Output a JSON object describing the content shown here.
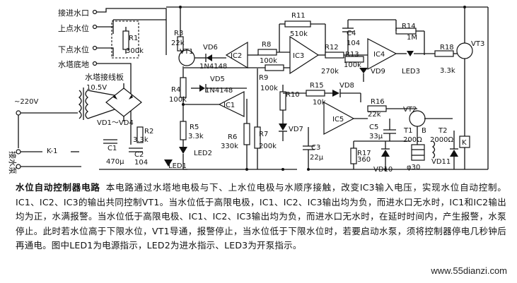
{
  "inputs": {
    "tank_outlet": "接进水口",
    "upper_level": "上点水位",
    "lower_level": "下点水位",
    "tank_bottom": "水塔底地",
    "terminal_board": "水塔接线板"
  },
  "supply": {
    "mains": "~220V",
    "transformer_out": "10.5V",
    "bridge": "VD1～VD4",
    "pump_label": "接水泵",
    "relay_contact": "K-1"
  },
  "components": {
    "R1": "R1",
    "R1_val": "300k",
    "R2": "R2",
    "R2_val": "3.3k",
    "R3": "R3",
    "R3_val": "22k",
    "R4": "R4",
    "R4_val": "100k",
    "R5": "R5",
    "R5_val": "3.3k",
    "R6": "R6",
    "R6_val": "330k",
    "R7": "R7",
    "R7_val": "200k",
    "R8": "R8",
    "R8_val": "100k",
    "R9": "R9",
    "R9_val": "100k",
    "R10": "R10",
    "R11": "R11",
    "R11_val": "510k",
    "R12": "R12",
    "R12_val": "270k",
    "R13": "R13",
    "R13_val": "100k",
    "R14": "R14",
    "R14_val": "1M",
    "R15": "R15",
    "R15_val": "10k",
    "R16": "R16",
    "R16_val": "22k",
    "R17": "R17",
    "R17_val": "360",
    "R18": "R18",
    "R18_val": "3.3k",
    "C1": "C1",
    "C1_val": "470μ",
    "C2": "C2",
    "C2_val": "104",
    "C3": "C3",
    "C3_val": "22μ",
    "C4": "C4",
    "C4_val": "104",
    "C5": "C5",
    "C5_val": "33μ",
    "VT1": "VT1",
    "VT2": "VT2",
    "VT3": "VT3",
    "VD5": "VD5",
    "VD5_val": "1N4148",
    "VD6": "VD6",
    "VD6_val": "1N4148",
    "VD7": "VD7",
    "VD8": "VD8",
    "VD9": "VD9",
    "VD10": "VD10",
    "VD11": "VD11",
    "IC1": "IC1",
    "IC2": "IC2",
    "IC3": "IC3",
    "IC4": "IC4",
    "IC5": "IC5",
    "LED1": "LED1",
    "LED2": "LED2",
    "LED3": "LED3",
    "T1": "T1",
    "T1_val": "200Ω",
    "T2": "T2",
    "T2_val": "2000Ω",
    "B": "B",
    "buzzer_dia": "φ30",
    "relay_K": "K"
  },
  "caption": {
    "title": "水位自动控制器电路",
    "body": "本电路通过水塔地电极与下、上水位电极与水顺序接触，改变IC3输入电压，实现水位自动控制。IC1、IC2、IC3的输出共同控制VT1。当水位低于高限电极，IC1、IC2、IC3输出均为负，而进水口无水时，IC1和IC2输出均为正，水满报警。当水位低于高限电极、IC1、IC2、IC3输出均为负，而进水口无水时，在延时时间内，产生报警，水泵停止。此时若水位高于下限水位，VT1导通，报警停止，当水位低于下限水位时，若要启动水泵，须将控制器停电几秒钟后再通电。图中LED1为电源指示，LED2为进水指示、LED3为开泵指示。"
  },
  "watermark": "www.55dianzi.com"
}
